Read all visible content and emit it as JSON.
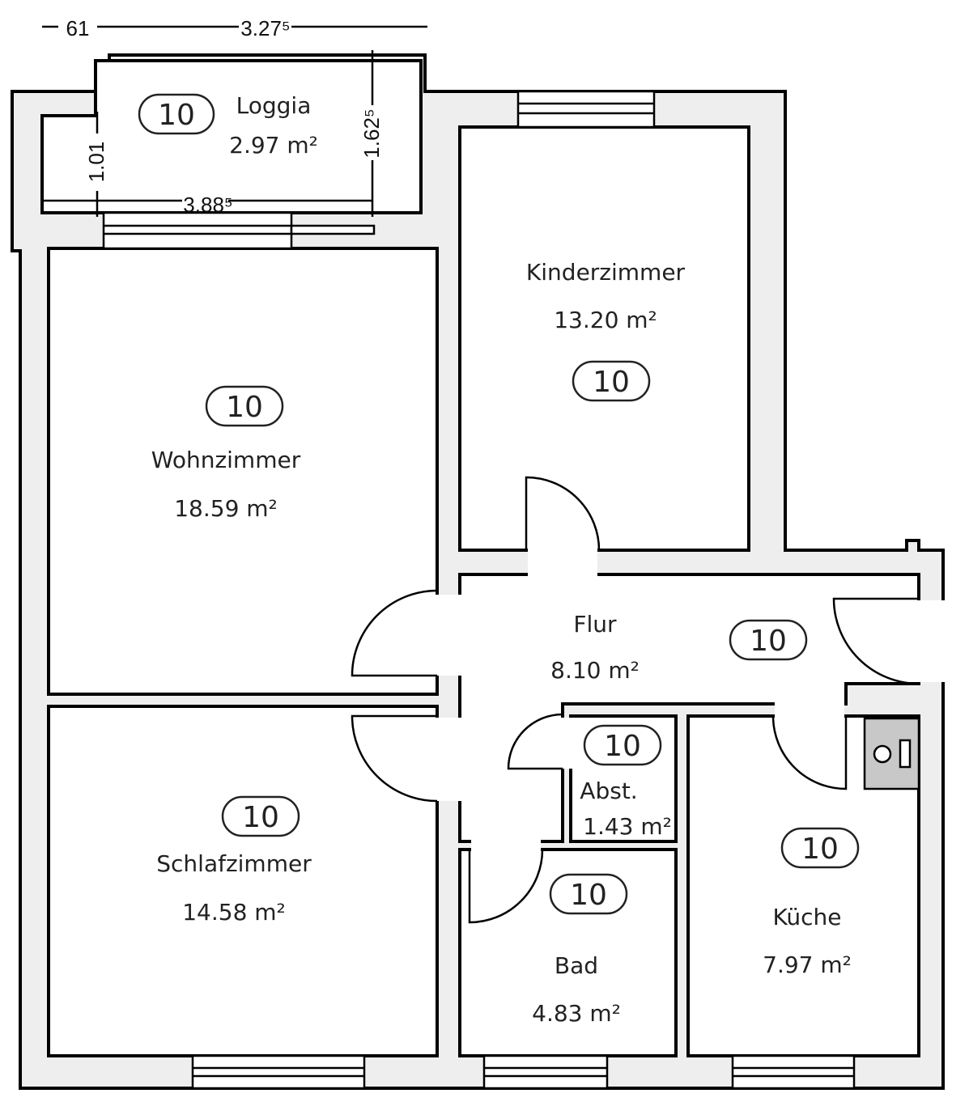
{
  "dimensions": {
    "top_left": "61",
    "top_main": "3.27⁵",
    "loggia_width": "3.88⁵",
    "loggia_left_depth": "1.01",
    "loggia_right_depth": "1.62⁵"
  },
  "rooms": {
    "loggia": {
      "name": "Loggia",
      "area": "2.97 m²",
      "tag": "10"
    },
    "wohnzimmer": {
      "name": "Wohnzimmer",
      "area": "18.59 m²",
      "tag": "10"
    },
    "kinderzimmer": {
      "name": "Kinderzimmer",
      "area": "13.20 m²",
      "tag": "10"
    },
    "flur": {
      "name": "Flur",
      "area": "8.10 m²",
      "tag": "10"
    },
    "abst": {
      "name": "Abst.",
      "area": "1.43 m²",
      "tag": "10"
    },
    "schlafzimmer": {
      "name": "Schlafzimmer",
      "area": "14.58 m²",
      "tag": "10"
    },
    "bad": {
      "name": "Bad",
      "area": "4.83 m²",
      "tag": "10"
    },
    "kueche": {
      "name": "Küche",
      "area": "7.97 m²",
      "tag": "10"
    }
  },
  "colors": {
    "wall": "#eeeeee",
    "stove": "#c8c8c8"
  }
}
